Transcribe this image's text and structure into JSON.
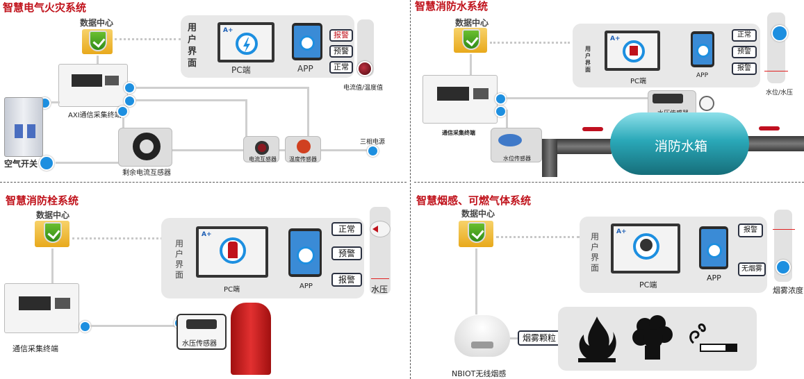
{
  "panels": {
    "electrical": {
      "title": "智慧电气火灾系统",
      "data_center": "数据中心",
      "user_ui": "用户界面",
      "pc": "PC端",
      "app": "APP",
      "alarm": "报警",
      "warn": "预警",
      "normal": "正常",
      "gauge_label": "电流值/温度值",
      "terminal": "AXI通信采集终端",
      "air_switch": "空气开关",
      "residual_sensor": "剩余电流互感器",
      "current_sensor": "电流互感器",
      "temp_sensor": "温度传感器",
      "power": "三相电源"
    },
    "water": {
      "title": "智慧消防水系统",
      "data_center": "数据中心",
      "user_ui": "用户界面",
      "pc": "PC端",
      "app": "APP",
      "normal": "正常",
      "warn": "预警",
      "alarm": "报警",
      "gauge_label": "水位/水压",
      "terminal": "通信采集终端",
      "pressure_sensor": "水压传感器",
      "level_sensor": "水位传感器",
      "tank": "消防水箱"
    },
    "hydrant": {
      "title": "智慧消防栓系统",
      "data_center": "数据中心",
      "user_ui": "用户界面",
      "pc": "PC端",
      "app": "APP",
      "normal": "正常",
      "warn": "预警",
      "alarm": "报警",
      "gauge_label": "水压",
      "terminal": "通信采集终端",
      "pressure_sensor": "水压传感器"
    },
    "smoke": {
      "title": "智慧烟感、可燃气体系统",
      "data_center": "数据中心",
      "user_ui": "用户界面",
      "pc": "PC端",
      "app": "APP",
      "alarm": "报警",
      "no_smoke": "无烟雾",
      "gauge_label": "烟雾浓度",
      "particles": "烟雾颗粒",
      "detector": "NBIOT无线烟感"
    }
  },
  "colors": {
    "title_red": "#c0121b",
    "accent_blue": "#1d8fe0",
    "tank_teal": "#2aa8b8"
  }
}
